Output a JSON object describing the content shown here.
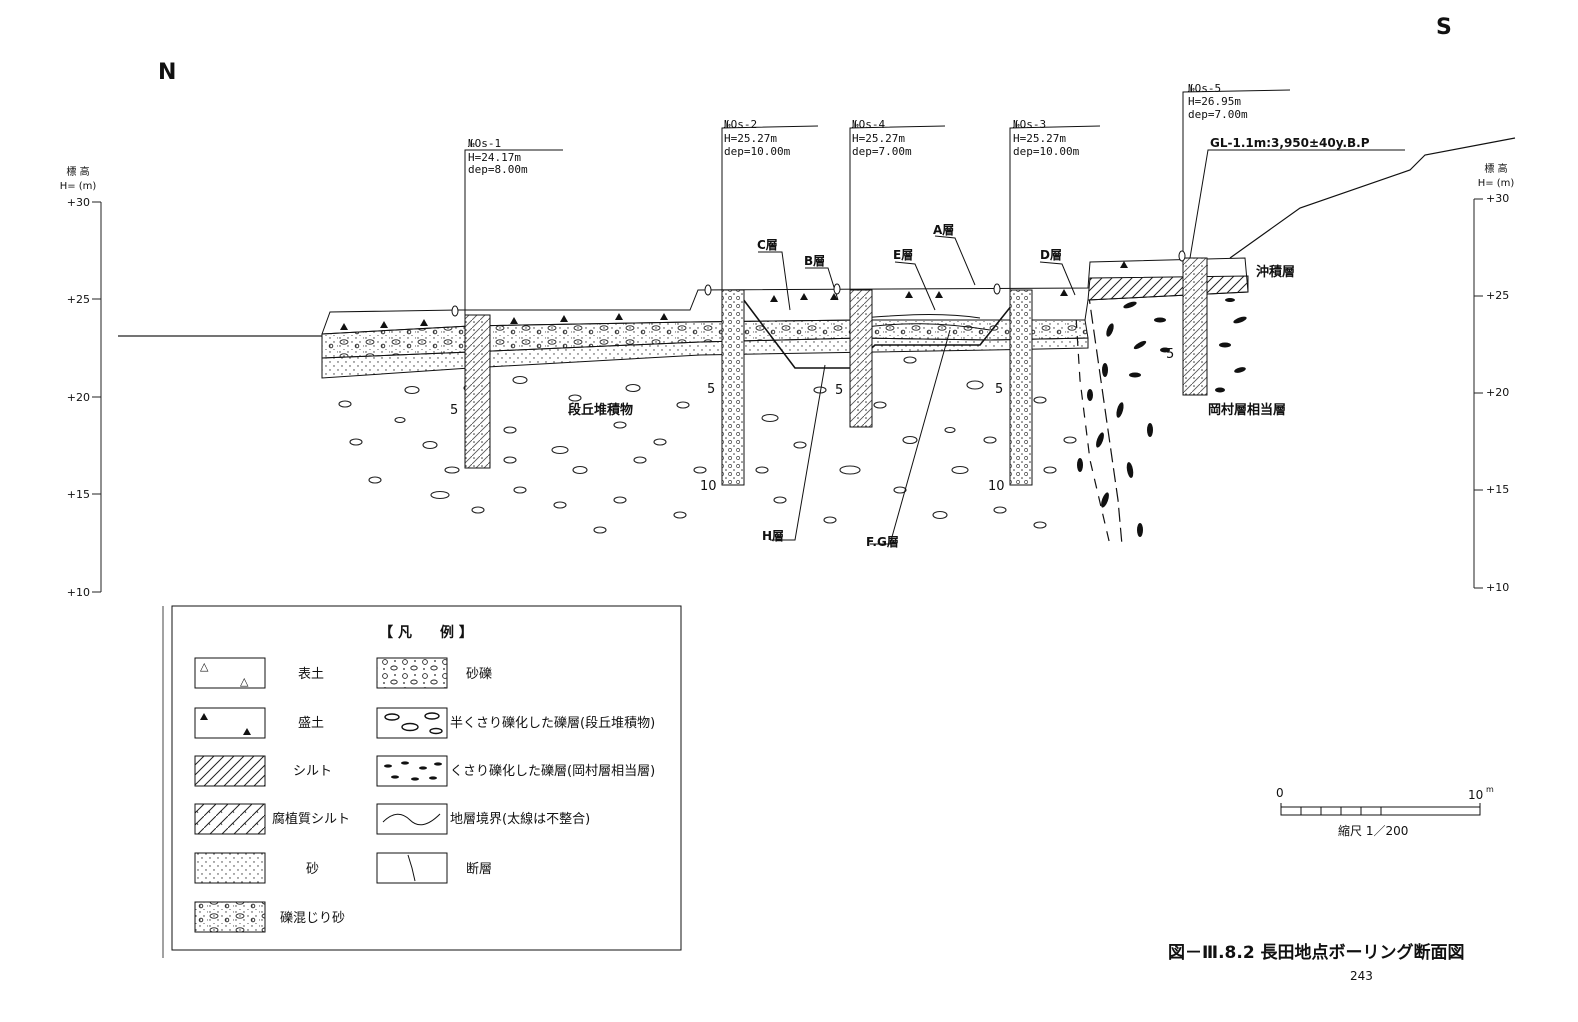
{
  "directions": {
    "north": "N",
    "south": "S"
  },
  "axis": {
    "title_left": "標 高",
    "unit_left": "H= (m)",
    "title_right": "標 高",
    "unit_right": "H= (m)",
    "ticks": [
      "+30",
      "+25",
      "+20",
      "+15",
      "+10"
    ]
  },
  "boreholes": [
    {
      "no": "№Os-1",
      "h": "H=24.17m",
      "dep": "dep=8.00m",
      "mark5": "5"
    },
    {
      "no": "№Os-2",
      "h": "H=25.27m",
      "dep": "dep=10.00m",
      "mark5": "5",
      "mark10": "10"
    },
    {
      "no": "№Os-4",
      "h": "H=25.27m",
      "dep": "dep=7.00m",
      "mark5": "5"
    },
    {
      "no": "№Os-3",
      "h": "H=25.27m",
      "dep": "dep=10.00m",
      "mark5": "5",
      "mark10": "10"
    },
    {
      "no": "№Os-5",
      "h": "H=26.95m",
      "dep": "dep=7.00m",
      "mark5": "5"
    }
  ],
  "dating": "GL-1.1m:3,950±40y.B.P",
  "layer_labels": {
    "a": "A層",
    "b": "B層",
    "c": "C層",
    "d": "D層",
    "e": "E層",
    "fg": "F.G層",
    "h": "H層",
    "terrace": "段丘堆積物",
    "alluvium": "沖積層",
    "okamura": "岡村層相当層"
  },
  "legend": {
    "title": "【 凡　　例 】",
    "items": [
      {
        "label": "表土"
      },
      {
        "label": "盛土"
      },
      {
        "label": "シルト"
      },
      {
        "label": "腐植質シルト"
      },
      {
        "label": "砂"
      },
      {
        "label": "礫混じり砂"
      },
      {
        "label": "砂礫"
      },
      {
        "label": "半くさり礫化した礫層(段丘堆積物)"
      },
      {
        "label": "くさり礫化した礫層(岡村層相当層)"
      },
      {
        "label": "地層境界(太線は不整合)"
      },
      {
        "label": "断層"
      }
    ]
  },
  "scale": {
    "zero": "0",
    "ten": "10",
    "unit": "m",
    "label": "縮尺 1／200"
  },
  "caption": "図－Ⅲ.8.2 長田地点ボーリング断面図",
  "page_number": "243"
}
